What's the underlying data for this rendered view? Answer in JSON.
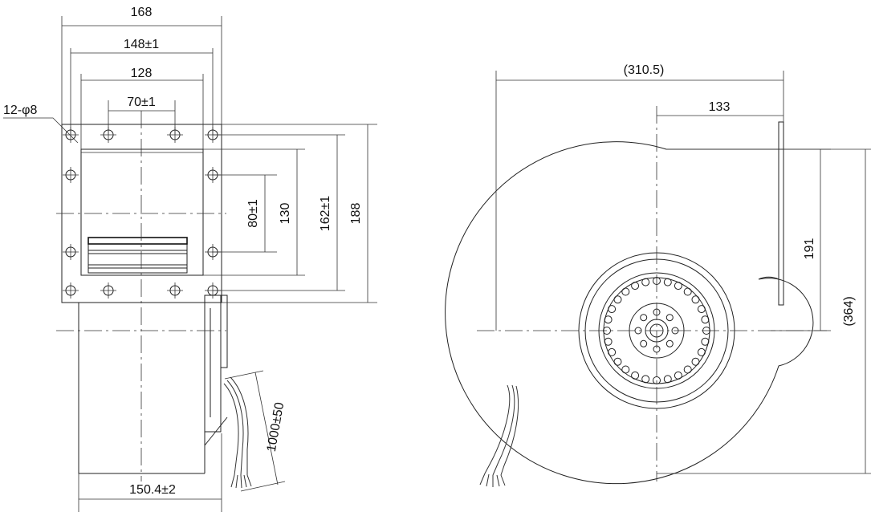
{
  "front_view": {
    "dims": {
      "overall_width": "168",
      "hole_spacing_outer": "148±1",
      "housing_width": "128",
      "hole_spacing_inner": "70±1",
      "holes": "12-φ8",
      "vertical_inner": "80±1",
      "outlet_height": "130",
      "hole_spacing_vertical": "162±1",
      "overall_height": "188",
      "cable_length": "1000±50",
      "body_width": "150.4±2"
    }
  },
  "side_view": {
    "dims": {
      "overall_width": "(310.5)",
      "center_to_outlet": "133",
      "center_to_top": "191",
      "overall_height": "(364)"
    }
  }
}
